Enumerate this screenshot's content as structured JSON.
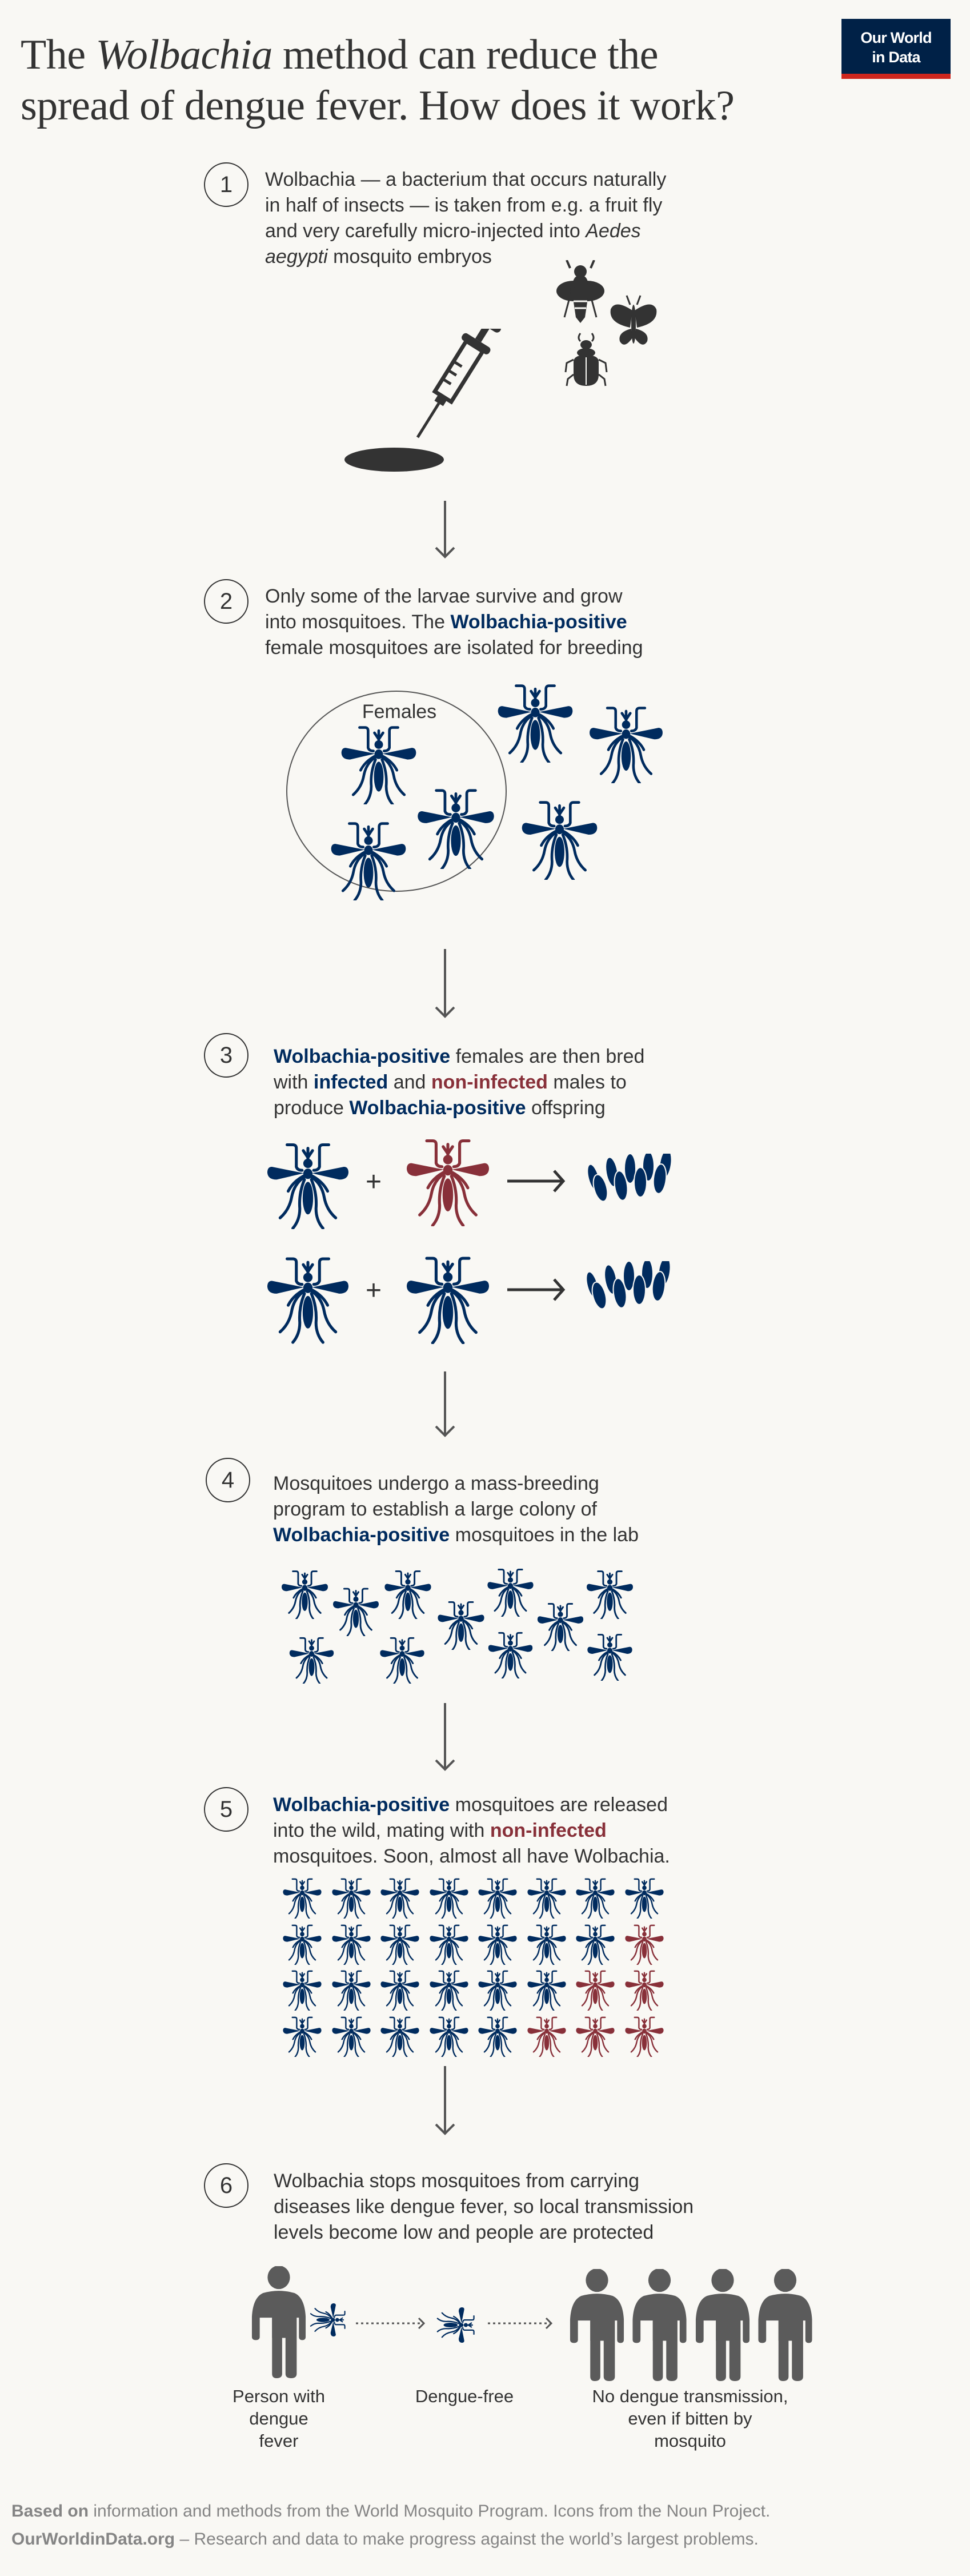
{
  "colors": {
    "positive": "#002b5e",
    "non_infected": "#883039",
    "text": "#333333",
    "person": "#5b5b5b",
    "logo_bg": "#002147",
    "logo_bar": "#ce261e",
    "background": "#f9f8f4"
  },
  "title": {
    "pre": "The ",
    "italic": "Wolbachia",
    "post": " method can reduce the",
    "line2": "spread of dengue fever. How does it work?"
  },
  "logo": {
    "line1": "Our World",
    "line2": "in Data"
  },
  "steps": [
    {
      "number": "1",
      "lines": [
        [
          "Wolbachia — a bacterium that occurs naturally"
        ],
        [
          "in half of insects — is taken from e.g. a fruit fly"
        ],
        [
          "and very carefully micro-injected into ",
          "Aedes"
        ],
        [
          "aegypti",
          " mosquito embryos"
        ]
      ]
    },
    {
      "number": "2",
      "lines": [
        [
          "Only some of the larvae survive and grow"
        ],
        [
          "into mosquitoes. The ",
          "Wolbachia-positive"
        ],
        [
          "female mosquitoes are isolated for breeding"
        ]
      ],
      "circle_label": "Females"
    },
    {
      "number": "3",
      "lines": [
        [
          "Wolbachia-positive",
          " females are then bred"
        ],
        [
          "with ",
          "infected",
          " and ",
          "non-infected",
          " males to"
        ],
        [
          "produce ",
          "Wolbachia-positive",
          " offspring"
        ]
      ],
      "plus": "+"
    },
    {
      "number": "4",
      "lines": [
        [
          "Mosquitoes undergo a mass-breeding"
        ],
        [
          "program to establish a large colony of"
        ],
        [
          "Wolbachia-positive",
          " mosquitoes in the lab"
        ]
      ]
    },
    {
      "number": "5",
      "lines": [
        [
          "Wolbachia-positive",
          " mosquitoes are released"
        ],
        [
          "into the wild, mating with ",
          "non-infected"
        ],
        [
          "mosquitoes. Soon, almost all have Wolbachia."
        ]
      ],
      "grid": {
        "rows": 4,
        "cols": 8,
        "non_infected_per_row": [
          0,
          1,
          2,
          3
        ]
      }
    },
    {
      "number": "6",
      "lines": [
        [
          "Wolbachia stops mosquitoes from carrying"
        ],
        [
          "diseases like dengue fever, so local transmission"
        ],
        [
          "levels become low and people are protected"
        ]
      ],
      "labels": {
        "left": [
          "Person with",
          "dengue",
          "fever"
        ],
        "middle": [
          "Dengue-free"
        ],
        "right": [
          "No dengue transmission,",
          "even if bitten by",
          "mosquito"
        ]
      }
    }
  ],
  "footer": {
    "line1_bold": "Based on",
    "line1_rest": " information and methods from the World Mosquito Program. Icons from the Noun Project.",
    "line2_bold": "OurWorldinData.org",
    "line2_rest": " – Research and data to make progress against the world’s largest problems."
  }
}
